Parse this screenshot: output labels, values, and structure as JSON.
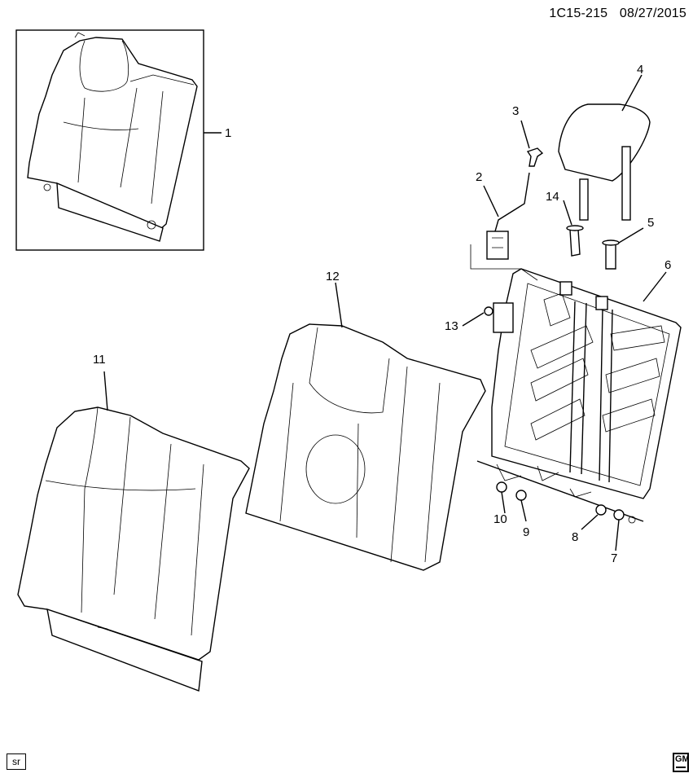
{
  "header": {
    "diagram_id": "1C15-215",
    "date": "08/27/2015"
  },
  "footer": {
    "sr_label": "sr",
    "logo_text": "GM"
  },
  "callouts": [
    {
      "id": "c1",
      "label": "1"
    },
    {
      "id": "c2",
      "label": "2"
    },
    {
      "id": "c3",
      "label": "3"
    },
    {
      "id": "c4",
      "label": "4"
    },
    {
      "id": "c5",
      "label": "5"
    },
    {
      "id": "c6",
      "label": "6"
    },
    {
      "id": "c7",
      "label": "7"
    },
    {
      "id": "c8",
      "label": "8"
    },
    {
      "id": "c9",
      "label": "9"
    },
    {
      "id": "c10",
      "label": "10"
    },
    {
      "id": "c11",
      "label": "11"
    },
    {
      "id": "c12",
      "label": "12"
    },
    {
      "id": "c13",
      "label": "13"
    },
    {
      "id": "c14",
      "label": "14"
    }
  ]
}
